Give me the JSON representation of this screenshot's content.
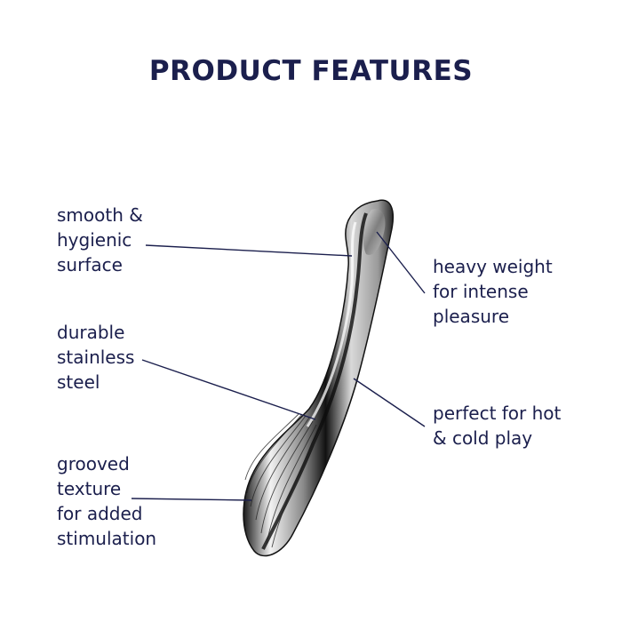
{
  "title": "PRODUCT FEATURES",
  "colors": {
    "text": "#1b1f4d",
    "leader_line": "#1b1f4d",
    "background": "#ffffff"
  },
  "product": {
    "image": "curved stainless steel product",
    "icon": "curved-steel-product-icon"
  },
  "features": [
    {
      "id": "smooth",
      "side": "left",
      "lines": [
        "smooth &",
        "hygienic",
        "surface"
      ]
    },
    {
      "id": "durable",
      "side": "left",
      "lines": [
        "durable",
        "stainless",
        "steel"
      ]
    },
    {
      "id": "grooved",
      "side": "left",
      "lines": [
        "grooved",
        "texture",
        "for added",
        "stimulation"
      ]
    },
    {
      "id": "heavy",
      "side": "right",
      "lines": [
        "heavy weight",
        "for intense",
        "pleasure"
      ]
    },
    {
      "id": "hotcold",
      "side": "right",
      "lines": [
        "perfect for hot",
        "& cold play"
      ]
    }
  ]
}
